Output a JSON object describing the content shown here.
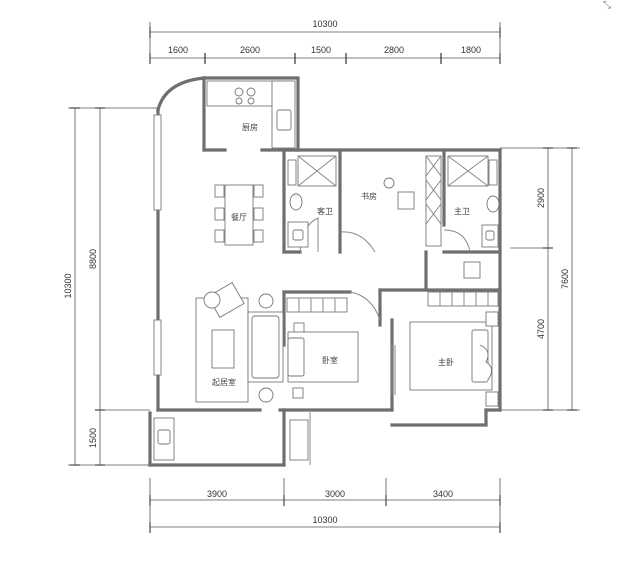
{
  "top_dims": {
    "total": "10300",
    "segments": [
      "1600",
      "2600",
      "1500",
      "2800",
      "1800"
    ]
  },
  "bottom_dims": {
    "segments": [
      "3900",
      "3000",
      "3400"
    ],
    "total": "10300"
  },
  "left_dims": {
    "total": "10300",
    "upper": "8800",
    "lower": "1500"
  },
  "right_dims": {
    "upper": "2900",
    "total": "7600",
    "lower": "4700"
  },
  "rooms": {
    "kitchen": "厨房",
    "dining": "餐厅",
    "guest_bath": "客卫",
    "study": "书房",
    "master_bath": "主卫",
    "living": "起居室",
    "bedroom": "卧室",
    "master_bedroom": "主卧"
  },
  "corner_icon": "expand-icon"
}
